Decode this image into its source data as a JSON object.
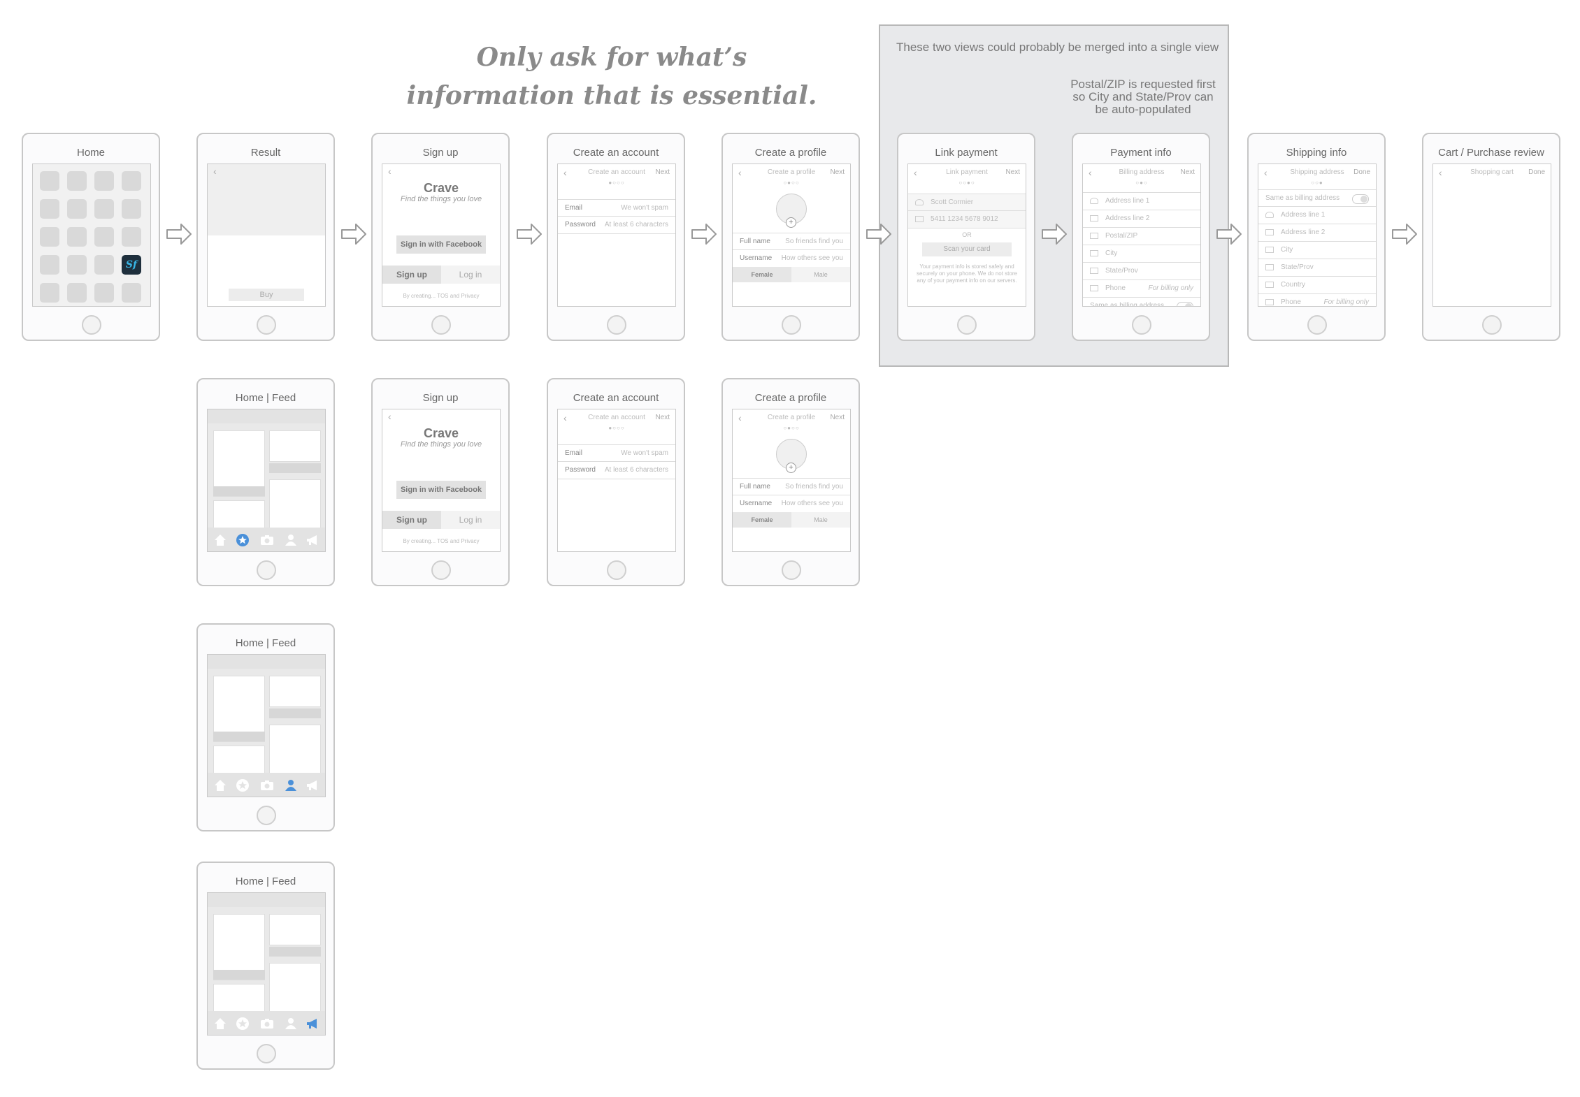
{
  "headline": {
    "line1": "Only ask for what’s",
    "line2": "information that is essential."
  },
  "note": {
    "merge": "These two views could probably be merged into a single view",
    "postal": "Postal/ZIP is requested first\nso City and State/Prov can\nbe auto-populated"
  },
  "screens": {
    "home": {
      "title": "Home",
      "app_icon_text": "Sf"
    },
    "result": {
      "title": "Result",
      "buy": "Buy"
    },
    "signup": {
      "title": "Sign up",
      "brand": "Crave",
      "tagline": "Find the things you love",
      "facebook": "Sign in with Facebook",
      "signup": "Sign up",
      "login": "Log in",
      "tos": "By creating... TOS and Privacy"
    },
    "create_account": {
      "title": "Create an account",
      "nav_title": "Create an account",
      "next": "Next",
      "email_label": "Email",
      "email_ph": "We won't spam",
      "password_label": "Password",
      "password_ph": "At least 6 characters"
    },
    "create_profile": {
      "title": "Create a profile",
      "nav_title": "Create a profile",
      "next": "Next",
      "fullname_label": "Full name",
      "fullname_ph": "So friends find you",
      "username_label": "Username",
      "username_ph": "How others see you",
      "female": "Female",
      "male": "Male"
    },
    "link_payment": {
      "title": "Link payment",
      "nav_title": "Link payment",
      "next": "Next",
      "name": "Scott Cormier",
      "card": "5411  1234  5678  9012",
      "or": "OR",
      "scan": "Scan your card",
      "disclaimer": "Your payment info is stored safely and securely on your phone. We do not store any of your payment info on our servers."
    },
    "payment_info": {
      "title": "Payment info",
      "nav_title": "Billing address",
      "next": "Next",
      "fields": [
        "Address line 1",
        "Address line 2",
        "Postal/ZIP",
        "City",
        "State/Prov",
        "Phone"
      ],
      "phone_hint": "For billing only",
      "same": "Same as billing address"
    },
    "shipping_info": {
      "title": "Shipping info",
      "nav_title": "Shipping address",
      "done": "Done",
      "same": "Same as billing address",
      "fields": [
        "Address line 1",
        "Address line 2",
        "City",
        "State/Prov",
        "Country",
        "Phone"
      ],
      "phone_hint": "For billing only"
    },
    "cart": {
      "title": "Cart / Purchase review",
      "nav_title": "Shopping cart",
      "done": "Done"
    },
    "feed": {
      "title": "Home | Feed"
    }
  },
  "colors": {
    "accent": "#4a90d9",
    "app_icon_bg": "#1e2f3c",
    "app_icon_fg": "#38b6e6"
  }
}
